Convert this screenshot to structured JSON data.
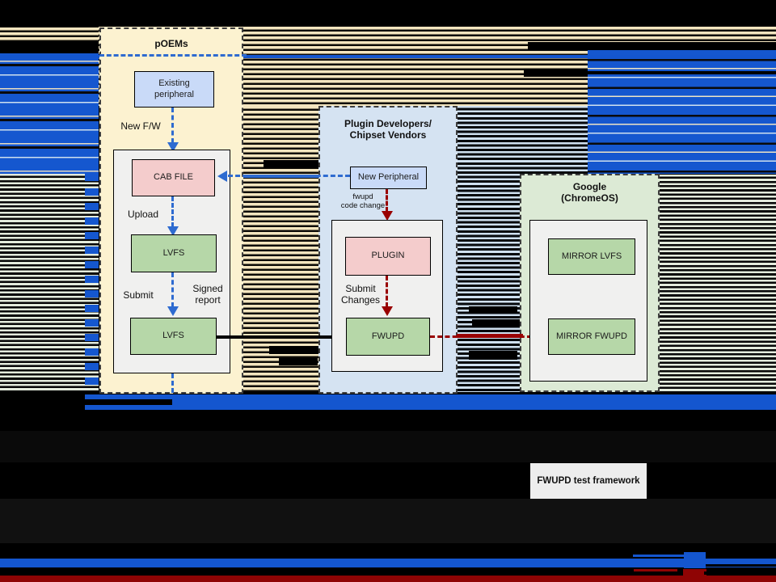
{
  "colors": {
    "accent_blue": "#1456cf",
    "arrow_blue": "#2e6bd0",
    "arrow_red": "#990000",
    "bar_red": "#8f0404",
    "panel_yellow": "#fcf2d0",
    "panel_blue": "#d5e3f2",
    "panel_green": "#dcead5",
    "box_blue": "#c9daf8",
    "box_pink": "#f4cccc",
    "box_green": "#b6d7a8",
    "container_gray": "#f0f0ef",
    "framework_gray": "#ededed"
  },
  "panels": {
    "poems": {
      "title": "pOEMs"
    },
    "plugin": {
      "title": "Plugin Developers/\nChipset Vendors"
    },
    "google": {
      "title": "Google\n(ChromeOS)"
    }
  },
  "nodes": {
    "existing_peripheral": "Existing\nperipheral",
    "cab_file": "CAB FILE",
    "lvfs_upload": "LVFS",
    "lvfs_submit": "LVFS",
    "new_peripheral": "New Peripheral",
    "plugin": "PLUGIN",
    "fwupd": "FWUPD",
    "mirror_lvfs": "MIRROR LVFS",
    "mirror_fwupd": "MIRROR FWUPD",
    "fwupd_test_framework": "FWUPD test framework"
  },
  "edge_labels": {
    "new_fw": "New F/W",
    "upload": "Upload",
    "submit": "Submit",
    "signed_report": "Signed\nreport",
    "fwupd_code_change": "fwupd\ncode change",
    "submit_changes": "Submit\nChanges"
  }
}
